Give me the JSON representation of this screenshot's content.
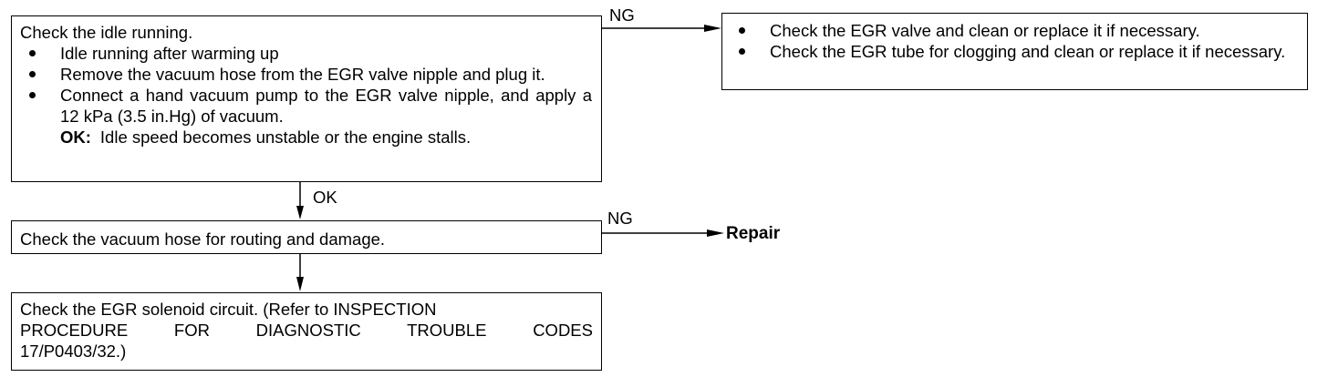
{
  "box1": {
    "title": "Check the idle running.",
    "bullets": [
      "Idle running after warming up",
      "Remove the vacuum hose from the EGR valve nipple and plug it.",
      "Connect a hand vacuum pump to the EGR valve nipple, and apply a 12 kPa (3.5 in.Hg) of vacuum."
    ],
    "ok_label": "OK:",
    "ok_text": "Idle speed becomes unstable or the engine stalls."
  },
  "box1_ng": {
    "label": "NG",
    "bullets": [
      "Check the EGR valve and clean or replace it if necessary.",
      "Check the EGR tube for clogging and clean or replace it if necessary."
    ]
  },
  "arrow1_label": "OK",
  "box2": {
    "text": "Check the vacuum hose for routing and damage."
  },
  "box2_ng": {
    "label": "NG",
    "result": "Repair"
  },
  "box3": {
    "line1": "Check the EGR solenoid circuit. (Refer to INSPECTION",
    "line2": "PROCEDURE FOR DIAGNOSTIC TROUBLE CODES",
    "line3": "17/P0403/32.)"
  }
}
